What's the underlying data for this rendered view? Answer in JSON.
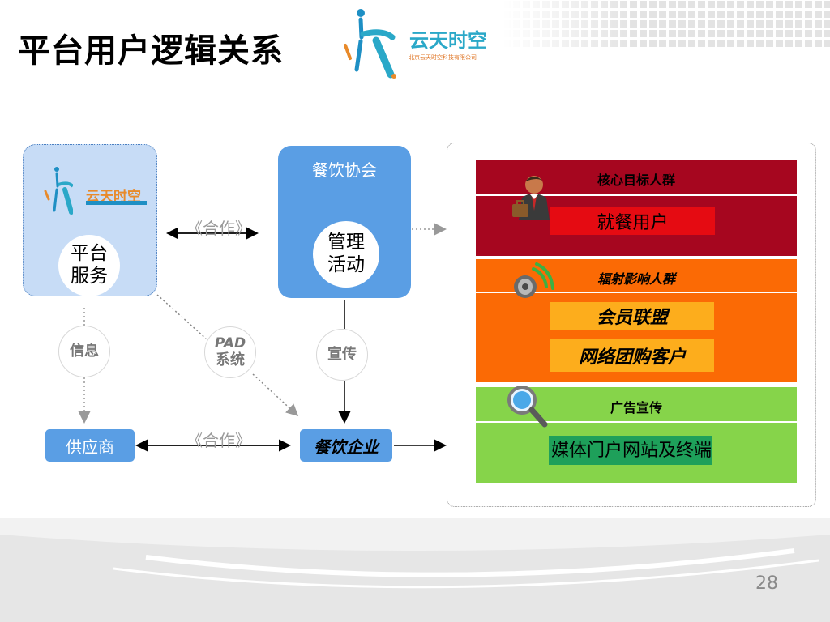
{
  "slide": {
    "title": "平台用户逻辑关系",
    "page_number": "28"
  },
  "logo": {
    "name_cn": "云天时空",
    "subtitle": "北京云天时空科技有限公司"
  },
  "platform": {
    "logo_name": "云天时空",
    "service_label": "平台\n服务"
  },
  "association": {
    "label": "餐饮协会",
    "activity_label": "管理\n活动"
  },
  "connectors": {
    "cooperation_top": "《合作》",
    "cooperation_bottom": "《合作》",
    "info": "信息",
    "pad_top": "PAD",
    "pad_bottom": "系统",
    "publicity": "宣传"
  },
  "nodes": {
    "supplier": "供应商",
    "restaurant": "餐饮企业"
  },
  "segments": {
    "core_title": "核心目标人群",
    "core_tag": "就餐用户",
    "radiate_title": "辐射影响人群",
    "member_tag": "会员联盟",
    "group_tag": "网络团购客户",
    "ad_title": "广告宣传",
    "media_tag": "媒体门户网站及终端"
  },
  "colors": {
    "blue": "#5a9ee4",
    "light_blue": "#c7dcf6",
    "red": "#a6061f",
    "bright_red": "#e50b12",
    "orange": "#fb6a05",
    "amber": "#fdad1c",
    "green": "#86d44a",
    "dark_green": "#1ea05a"
  }
}
